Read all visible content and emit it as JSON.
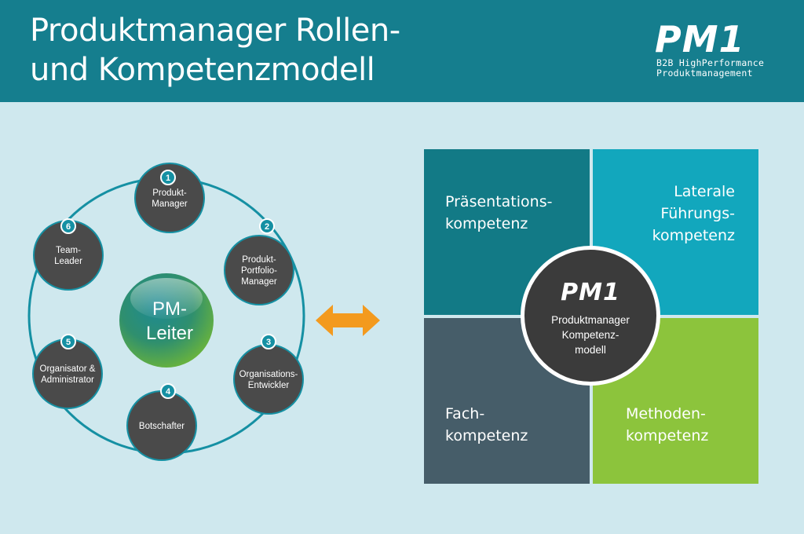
{
  "header": {
    "title_line1": "Produktmanager Rollen-",
    "title_line2": "und Kompetenzmodell",
    "logo_text": "PM1",
    "logo_sub_line1": "B2B HighPerformance",
    "logo_sub_line2": "Produktmanagement"
  },
  "roles": {
    "center_line1": "PM-",
    "center_line2": "Leiter",
    "items": [
      {
        "number": "1",
        "lines": [
          "Produkt-",
          "Manager"
        ]
      },
      {
        "number": "2",
        "lines": [
          "Produkt-",
          "Portfolio-",
          "Manager"
        ]
      },
      {
        "number": "3",
        "lines": [
          "Organisations-",
          "Entwickler"
        ]
      },
      {
        "number": "4",
        "lines": [
          "Botschafter"
        ]
      },
      {
        "number": "5",
        "lines": [
          "Organisator &",
          "Administrator"
        ]
      },
      {
        "number": "6",
        "lines": [
          "Team-",
          "Leader"
        ]
      }
    ]
  },
  "competence": {
    "top_left": {
      "line1": "Präsentations-",
      "line2": "kompetenz"
    },
    "top_right": {
      "line1": "Laterale",
      "line2": "Führungs-",
      "line3": "kompetenz"
    },
    "bottom_left": {
      "line1": "Fach-",
      "line2": "kompetenz"
    },
    "bottom_right": {
      "line1": "Methoden-",
      "line2": "kompetenz"
    },
    "center_logo": "PM1",
    "center_line1": "Produktmanager",
    "center_line2": "Kompetenz-",
    "center_line3": "modell"
  },
  "colors": {
    "header_bg": "#157e8e",
    "page_bg": "#cfe8ee",
    "role_circle": "#4a4a4a",
    "number_badge": "#1590a3",
    "arrow": "#f39a1e",
    "q_top_left": "#127a86",
    "q_top_right": "#12a7bd",
    "q_bottom_left": "#465d69",
    "q_bottom_right": "#8cc43c"
  }
}
